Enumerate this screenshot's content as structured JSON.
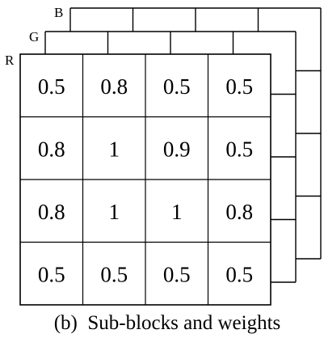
{
  "figure": {
    "caption": "(b)  Sub-blocks and weights",
    "layers": [
      {
        "label": "B"
      },
      {
        "label": "G"
      },
      {
        "label": "R"
      }
    ],
    "weights": [
      [
        "0.5",
        "0.8",
        "0.5",
        "0.5"
      ],
      [
        "0.8",
        "1",
        "0.9",
        "0.5"
      ],
      [
        "0.8",
        "1",
        "1",
        "0.8"
      ],
      [
        "0.5",
        "0.5",
        "0.5",
        "0.5"
      ]
    ]
  }
}
